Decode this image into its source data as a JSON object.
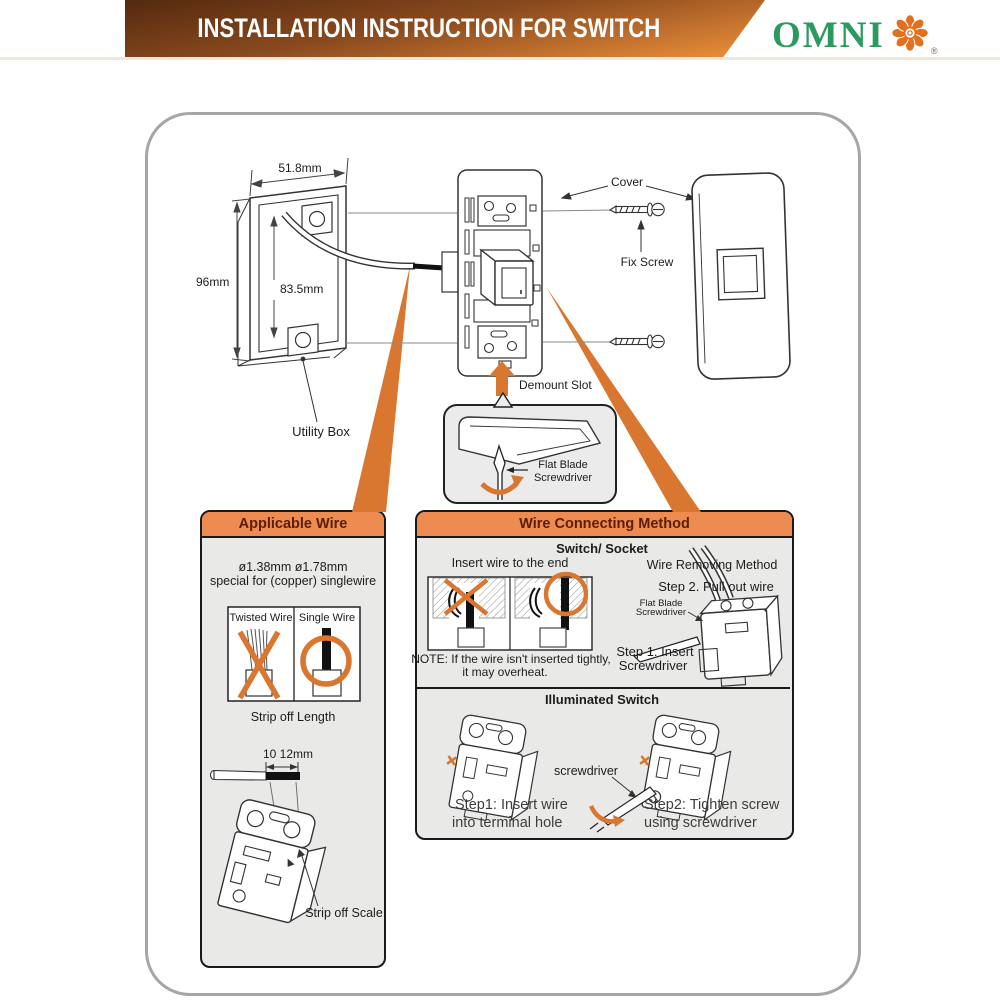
{
  "header": {
    "title": "INSTALLATION INSTRUCTION FOR SWITCH",
    "brand": "OMNI",
    "registered_mark": "®"
  },
  "colors": {
    "accent_orange": "#d9762f",
    "panel_header_orange": "#ee8b50",
    "banner_gradient_top": "#54290f",
    "banner_gradient_bottom": "#f0913a",
    "brand_green": "#2a9a5f"
  },
  "diagram": {
    "dim_width": "51.8mm",
    "dim_height": "96mm",
    "dim_inner": "83.5mm",
    "utility_box": "Utility Box",
    "cover": "Cover",
    "fix_screw": "Fix Screw",
    "demount_slot": "Demount Slot",
    "flat_blade_line1": "Flat Blade",
    "flat_blade_line2": "Screwdriver"
  },
  "applicable_wire": {
    "title": "Applicable Wire",
    "spec_line1": "ø1.38mm  ø1.78mm",
    "spec_line2": "special for (copper) singlewire",
    "twisted_wire": "Twisted Wire",
    "single_wire": "Single Wire",
    "strip_off_length": "Strip off Length",
    "strip_dimension": "10 12mm",
    "strip_off_scale": "Strip off Scale"
  },
  "wire_connecting": {
    "title": "Wire Connecting Method",
    "switch_socket": "Switch/ Socket",
    "insert_wire": "Insert wire to the end",
    "note_line1": "NOTE: If the wire isn't inserted tightly,",
    "note_line2": "it may overheat.",
    "removing_title": "Wire Removing Method",
    "step2_pull": "Step 2. Pull out wire",
    "flat_blade_line1": "Flat Blade",
    "flat_blade_line2": "Screwdriver",
    "step1_insert_line1": "Step 1. Insert",
    "step1_insert_line2": "Screwdriver",
    "illuminated_title": "Illuminated Switch",
    "screwdriver_label": "screwdriver",
    "il_step1_line1": "Step1: Insert wire",
    "il_step1_line2": "into terminal hole",
    "il_step2_line1": "Step2: Tighten screw",
    "il_step2_line2": "using screwdriver"
  }
}
